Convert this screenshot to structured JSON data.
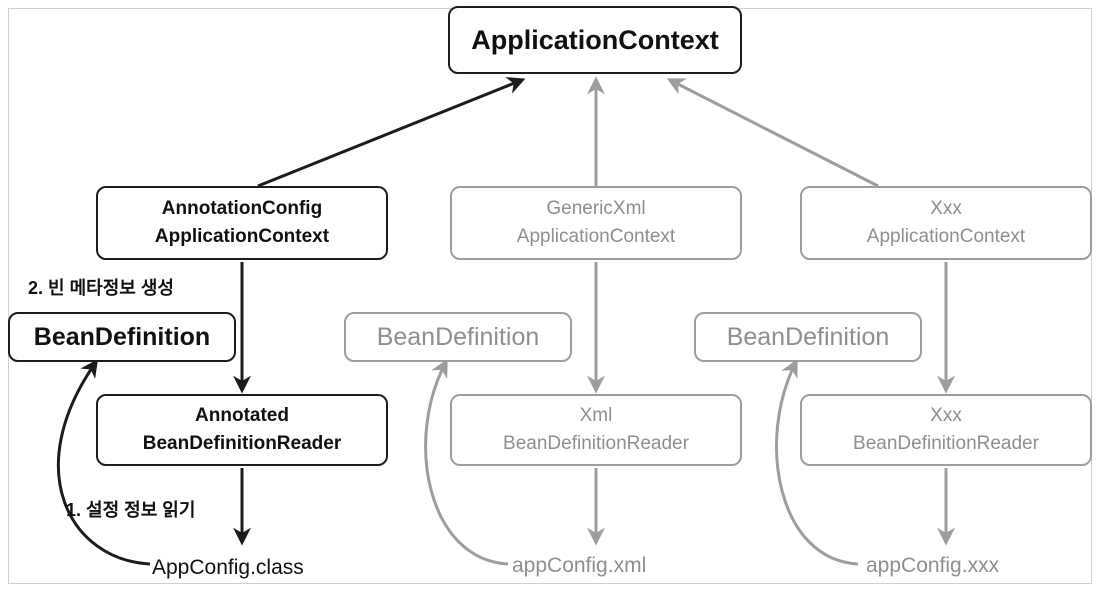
{
  "root": {
    "label": "ApplicationContext"
  },
  "contexts": [
    {
      "line1": "AnnotationConfig",
      "line2": "ApplicationContext"
    },
    {
      "line1": "GenericXml",
      "line2": "ApplicationContext"
    },
    {
      "line1": "Xxx",
      "line2": "ApplicationContext"
    }
  ],
  "bean_definitions": [
    "BeanDefinition",
    "BeanDefinition",
    "BeanDefinition"
  ],
  "readers": [
    {
      "line1": "Annotated",
      "line2": "BeanDefinitionReader"
    },
    {
      "line1": "Xml",
      "line2": "BeanDefinitionReader"
    },
    {
      "line1": "Xxx",
      "line2": "BeanDefinitionReader"
    }
  ],
  "configs": [
    "AppConfig.class",
    "appConfig.xml",
    "appConfig.xxx"
  ],
  "steps": {
    "create_meta": "2. 빈 메타정보 생성",
    "read_config": "1. 설정 정보 읽기"
  },
  "colors": {
    "highlight": "#1c1c1c",
    "muted": "#9d9d9d"
  }
}
